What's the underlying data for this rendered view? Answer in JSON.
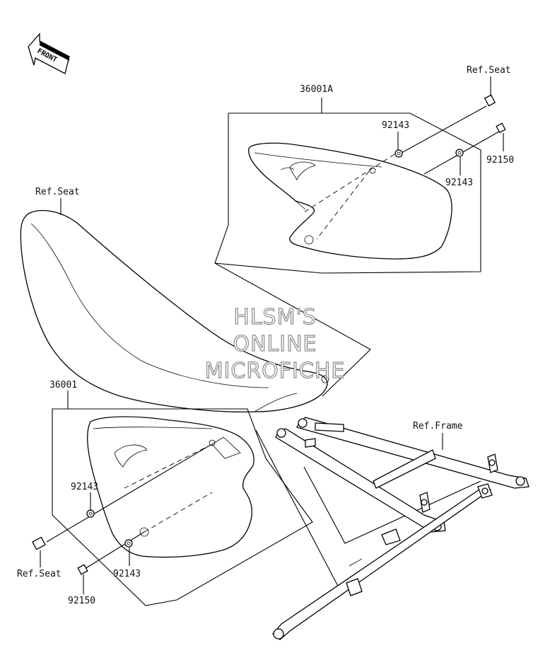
{
  "front_badge": {
    "text": "FRONT"
  },
  "labels": {
    "ref_seat_top": "Ref.Seat",
    "ref_seat_left": "Ref.Seat",
    "ref_seat_bottom": "Ref.Seat",
    "ref_frame": "Ref.Frame",
    "part_36001A": "36001A",
    "part_36001": "36001",
    "part_92143_upper_a": "92143",
    "part_92143_upper_b": "92143",
    "part_92150_upper": "92150",
    "part_92143_lower_a": "92143",
    "part_92143_lower_b": "92143",
    "part_92150_lower": "92150"
  },
  "watermark": {
    "line1": "HLSM'S",
    "line2": "ONLINE",
    "line3": "MICROFICHE"
  }
}
